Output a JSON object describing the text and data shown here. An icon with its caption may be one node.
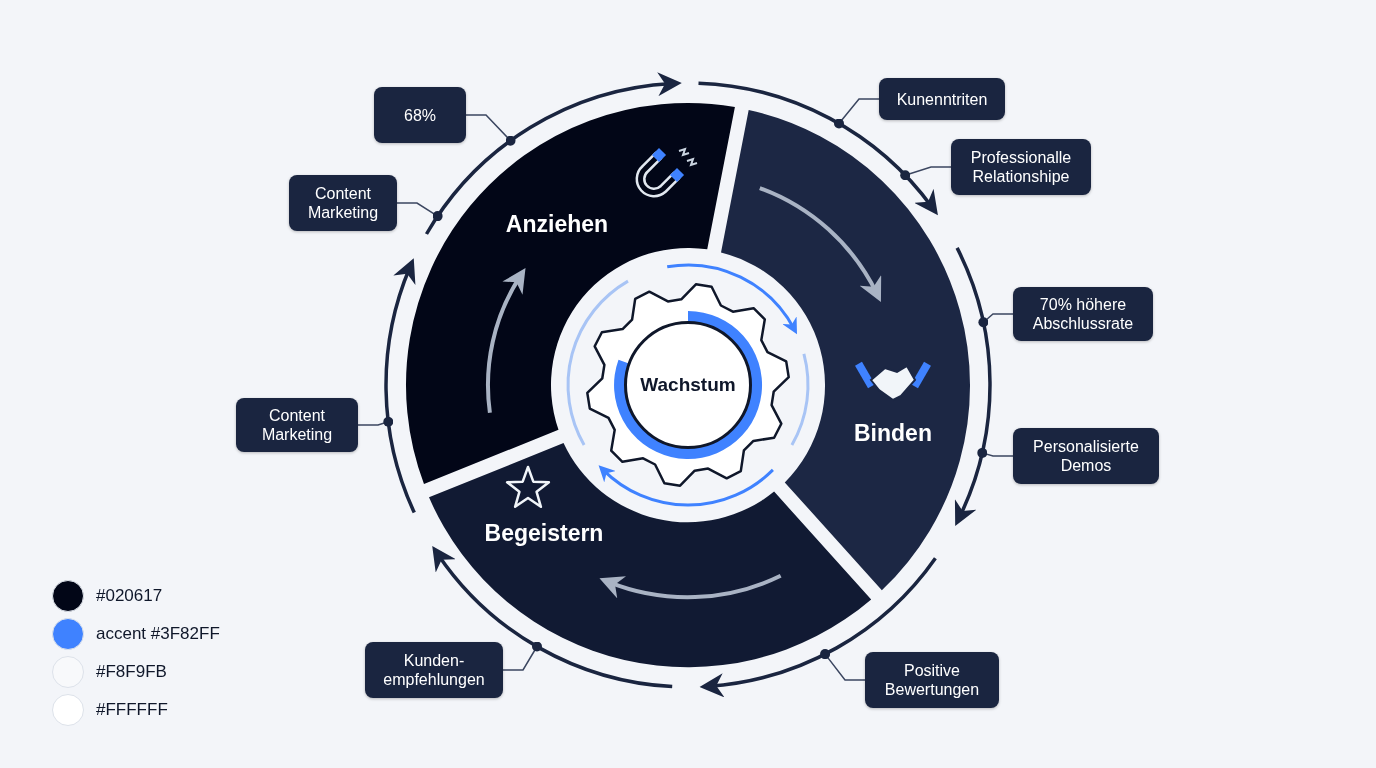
{
  "diagram": {
    "nodes": [
      {
        "text": [
          "Anziehen"
        ]
      },
      {
        "text": [
          "Binden"
        ]
      },
      {
        "text": [
          "Begeistern"
        ]
      },
      {
        "text": [
          "Wachstum"
        ]
      },
      {
        "text": [
          "68%"
        ]
      },
      {
        "text": [
          "Content Marketing"
        ]
      },
      {
        "text": [
          "Content Marketing"
        ]
      },
      {
        "text": [
          "Kunenntriten"
        ]
      },
      {
        "text": [
          "Professionalle Relationshipe"
        ]
      },
      {
        "text": [
          "70% höhere Abschlussrate"
        ]
      },
      {
        "text": [
          "Personalisierte Demos"
        ]
      },
      {
        "text": [
          "Positive Bewertungen"
        ]
      },
      {
        "text": [
          "Kunden- empfehlungen"
        ]
      }
    ],
    "edges": [
      {
        "from": 4,
        "to": 0,
        "arrow": "other"
      },
      {
        "from": 5,
        "to": 0,
        "arrow": "other"
      },
      {
        "from": 6,
        "to": 0,
        "arrow": "other"
      },
      {
        "from": 7,
        "to": 1,
        "arrow": "other"
      },
      {
        "from": 8,
        "to": 1,
        "arrow": "other"
      },
      {
        "from": 9,
        "to": 1,
        "arrow": "other"
      },
      {
        "from": 10,
        "to": 1,
        "arrow": "other"
      },
      {
        "from": 11,
        "to": 2,
        "arrow": "other"
      },
      {
        "from": 12,
        "to": 2,
        "arrow": "other"
      }
    ],
    "legend": [
      {
        "text": "#020617",
        "color": "#020617"
      },
      {
        "text": "accent #3F82FF",
        "color": "#3f82ff"
      },
      {
        "text": "#F8F9FB",
        "color": "#f8f9fb"
      },
      {
        "text": "#FFFFFF",
        "color": "#ffffff"
      }
    ]
  }
}
